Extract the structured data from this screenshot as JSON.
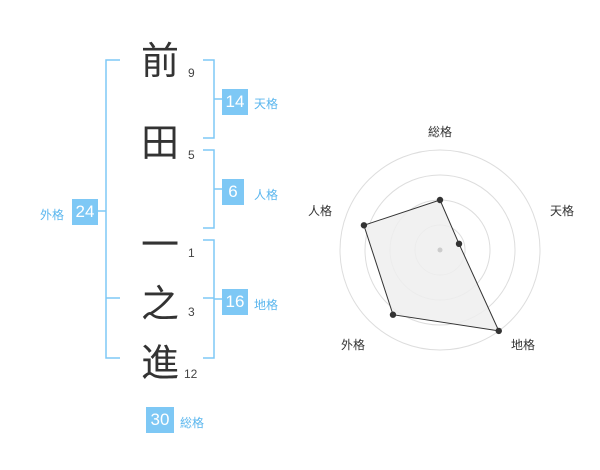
{
  "name": {
    "characters": [
      {
        "char": "前",
        "strokes": "9"
      },
      {
        "char": "田",
        "strokes": "5"
      },
      {
        "char": "一",
        "strokes": "1"
      },
      {
        "char": "之",
        "strokes": "3"
      },
      {
        "char": "進",
        "strokes": "12"
      }
    ]
  },
  "fortune": {
    "tenkaku": {
      "label": "天格",
      "value": "14"
    },
    "jinkaku": {
      "label": "人格",
      "value": "6"
    },
    "chikaku": {
      "label": "地格",
      "value": "16"
    },
    "gaikaku": {
      "label": "外格",
      "value": "24"
    },
    "soukaku": {
      "label": "総格",
      "value": "30"
    }
  },
  "radar": {
    "axes": [
      "総格",
      "天格",
      "地格",
      "外格",
      "人格"
    ],
    "values": [
      0.5,
      0.2,
      1.0,
      0.8,
      0.8
    ],
    "max": 1.0,
    "rings": 4
  },
  "colors": {
    "accent": "#7ec8f5",
    "bracket": "#7ec8f5",
    "label": "#5ab6ee"
  }
}
